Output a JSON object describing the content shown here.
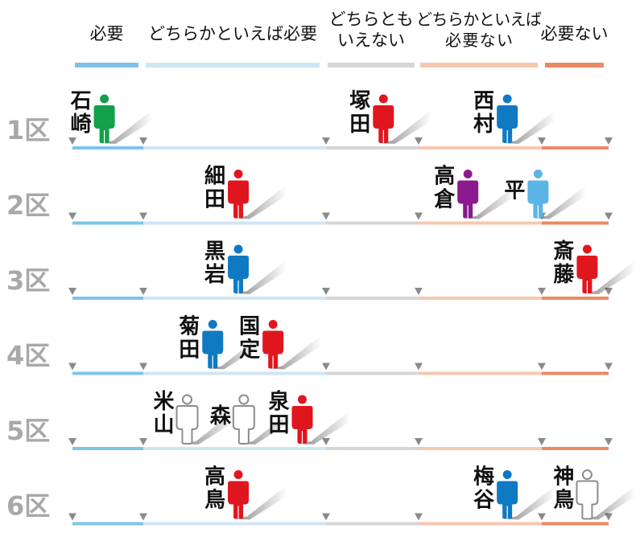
{
  "headers": [
    {
      "lines": [
        "必要"
      ]
    },
    {
      "lines": [
        "どちらかといえば必要"
      ]
    },
    {
      "lines": [
        "どちらとも",
        "いえない"
      ]
    },
    {
      "lines": [
        "どちらかといえば",
        "必要ない"
      ]
    },
    {
      "lines": [
        "必要ない"
      ]
    }
  ],
  "column_colors": [
    "#7cc4ec",
    "#cfe6f5",
    "#d6d6d6",
    "#f5c8b0",
    "#ea8a62"
  ],
  "party_colors": {
    "green": "#12a04a",
    "red": "#e0161e",
    "blue": "#0f7ac2",
    "purple": "#8b1a8e",
    "lightblue": "#5cb4e6",
    "none": "#ffffff"
  },
  "rows": [
    {
      "label": "1区",
      "candidates": [
        {
          "name": [
            "石",
            "崎"
          ],
          "party": "green",
          "column": 0,
          "pos": 0.45
        },
        {
          "name": [
            "塚",
            "田"
          ],
          "party": "red",
          "column": 2,
          "pos": 0.62
        },
        {
          "name": [
            "西",
            "村"
          ],
          "party": "blue",
          "column": 3,
          "pos": 0.72
        }
      ]
    },
    {
      "label": "2区",
      "candidates": [
        {
          "name": [
            "細",
            "田"
          ],
          "party": "red",
          "column": 1,
          "pos": 0.52
        },
        {
          "name": [
            "高",
            "倉"
          ],
          "party": "purple",
          "column": 3,
          "pos": 0.4
        },
        {
          "name": [
            "平"
          ],
          "party": "lightblue",
          "column": 3,
          "pos": 0.97
        }
      ]
    },
    {
      "label": "3区",
      "candidates": [
        {
          "name": [
            "黒",
            "岩"
          ],
          "party": "blue",
          "column": 1,
          "pos": 0.52
        },
        {
          "name": [
            "斎",
            "藤"
          ],
          "party": "red",
          "column": 4,
          "pos": 0.68
        }
      ]
    },
    {
      "label": "4区",
      "candidates": [
        {
          "name": [
            "菊",
            "田"
          ],
          "party": "blue",
          "column": 1,
          "pos": 0.38
        },
        {
          "name": [
            "国",
            "定"
          ],
          "party": "red",
          "column": 1,
          "pos": 0.71
        }
      ]
    },
    {
      "label": "5区",
      "candidates": [
        {
          "name": [
            "米",
            "山"
          ],
          "party": "none",
          "column": 1,
          "pos": 0.24
        },
        {
          "name": [
            "森"
          ],
          "party": "none",
          "column": 1,
          "pos": 0.55
        },
        {
          "name": [
            "泉",
            "田"
          ],
          "party": "red",
          "column": 1,
          "pos": 0.87
        }
      ]
    },
    {
      "label": "6区",
      "candidates": [
        {
          "name": [
            "高",
            "鳥"
          ],
          "party": "red",
          "column": 1,
          "pos": 0.52
        },
        {
          "name": [
            "梅",
            "谷"
          ],
          "party": "blue",
          "column": 3,
          "pos": 0.72
        },
        {
          "name": [
            "神",
            "鳥"
          ],
          "party": "none",
          "column": 4,
          "pos": 0.68
        }
      ]
    }
  ]
}
